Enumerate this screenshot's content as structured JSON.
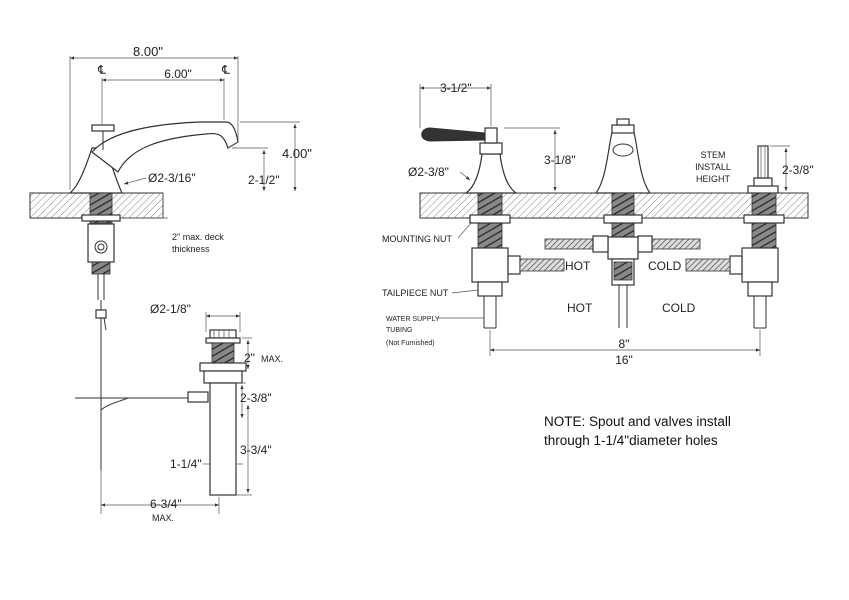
{
  "left_view": {
    "overall_width": "8.00\"",
    "center_spacing": "6.00\"",
    "centerline_mark": "℄",
    "spout_height": "4.00\"",
    "aerator_height": "2-1/2\"",
    "base_diameter": "Ø2-3/16\"",
    "deck_note_line1": "2\" max. deck",
    "deck_note_line2": "thickness"
  },
  "drain_view": {
    "flange_diameter": "Ø2-1/8\"",
    "max_thickness": "2\"",
    "max_label": "MAX.",
    "height_a": "2-3/8\"",
    "height_b": "3-3/4\"",
    "tail_diameter": "1-1/4\"",
    "reach": "6-3/4\"",
    "reach_max": "MAX."
  },
  "right_view": {
    "handle_reach": "3-1/2\"",
    "handle_height": "3-1/8\"",
    "base_diameter": "Ø2-3/8\"",
    "stem_label_line1": "STEM",
    "stem_label_line2": "INSTALL",
    "stem_label_line3": "HEIGHT",
    "stem_height": "2-3/8\"",
    "mounting_nut": "MOUNTING NUT",
    "tailpiece_nut": "TAILPIECE NUT",
    "water_supply_line1": "WATER SUPPLY",
    "water_supply_line2": "TUBING",
    "not_furnished": "(Not Furnished)",
    "hot_upper": "HOT",
    "cold_upper": "COLD",
    "hot_lower": "HOT",
    "cold_lower": "COLD",
    "spread_min": "8\"",
    "spread_max": "16\""
  },
  "note": {
    "line1": "NOTE:  Spout and valves install",
    "line2": "through 1-1/4\"diameter holes"
  }
}
